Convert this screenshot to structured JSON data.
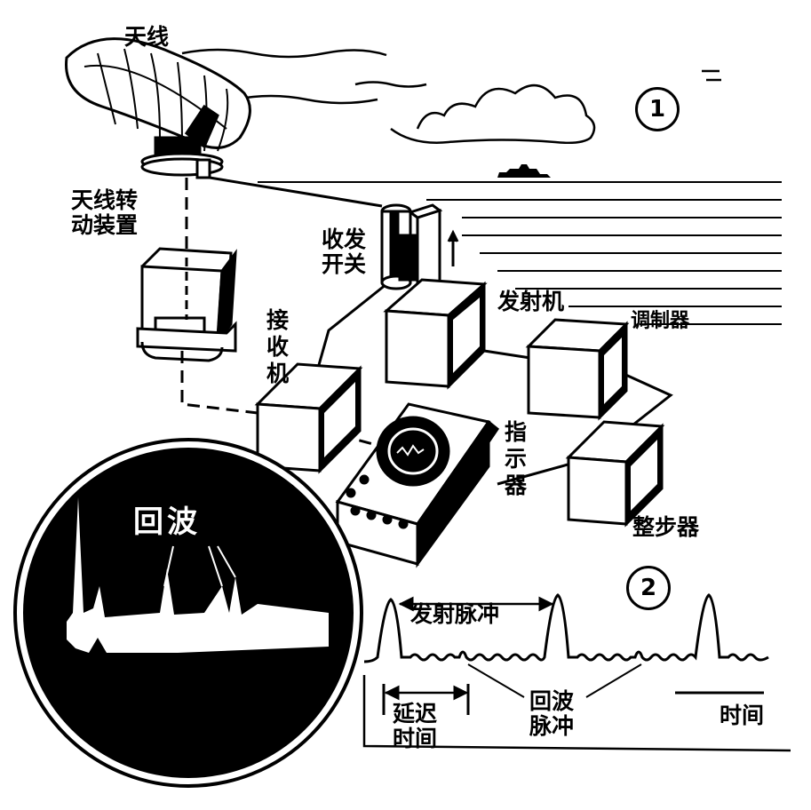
{
  "labels": {
    "antenna": "天线",
    "antenna_drive": "天线转动装置",
    "tr_switch": "收发开关",
    "transmitter": "发射机",
    "modulator": "调制器",
    "receiver": "接收机",
    "indicator": "指示器",
    "synchronizer": "整步器",
    "echo": "回波",
    "fig1": "1",
    "fig2": "2",
    "transmit_pulse": "发射脉冲",
    "delay_time": "延迟时间",
    "echo_pulse": "回波脉冲",
    "time": "时间"
  },
  "colors": {
    "ink": "#000000",
    "paper": "#ffffff"
  }
}
